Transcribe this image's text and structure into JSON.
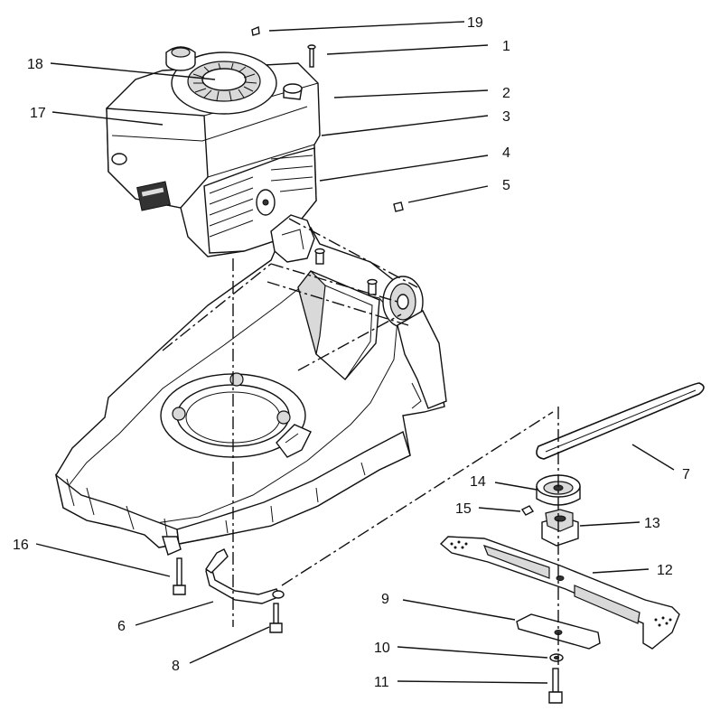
{
  "callouts": [
    {
      "id": "19",
      "label": "19"
    },
    {
      "id": "1",
      "label": "1"
    },
    {
      "id": "18",
      "label": "18"
    },
    {
      "id": "2",
      "label": "2"
    },
    {
      "id": "17",
      "label": "17"
    },
    {
      "id": "3",
      "label": "3"
    },
    {
      "id": "4",
      "label": "4"
    },
    {
      "id": "5",
      "label": "5"
    },
    {
      "id": "7",
      "label": "7"
    },
    {
      "id": "14",
      "label": "14"
    },
    {
      "id": "15",
      "label": "15"
    },
    {
      "id": "13",
      "label": "13"
    },
    {
      "id": "12",
      "label": "12"
    },
    {
      "id": "16",
      "label": "16"
    },
    {
      "id": "9",
      "label": "9"
    },
    {
      "id": "6",
      "label": "6"
    },
    {
      "id": "10",
      "label": "10"
    },
    {
      "id": "8",
      "label": "8"
    },
    {
      "id": "11",
      "label": "11"
    }
  ]
}
